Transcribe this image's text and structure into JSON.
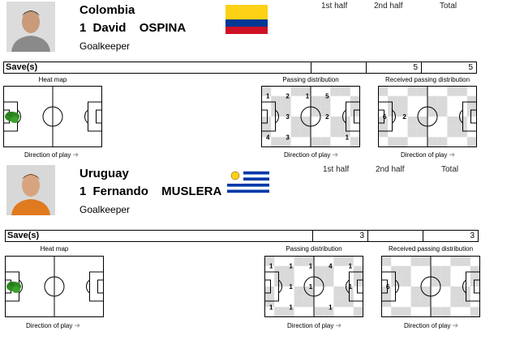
{
  "headers": {
    "first_half": "1st half",
    "second_half": "2nd half",
    "total": "Total"
  },
  "stat_label": "Save(s)",
  "labels": {
    "heat_map": "Heat map",
    "passing": "Passing distribution",
    "received": "Received passing distribution",
    "direction": "Direction of play"
  },
  "players": [
    {
      "team": "Colombia",
      "number": "1",
      "name": "David  OSPINA",
      "role": "Goalkeeper",
      "flag": [
        "#fcd116",
        "#003893",
        "#ce1126"
      ],
      "saves": {
        "first": "",
        "second": "5",
        "total": "5"
      },
      "passing_numbers": [
        {
          "label": "1",
          "col": 0,
          "row": 0
        },
        {
          "label": "2",
          "col": 1,
          "row": 0
        },
        {
          "label": "1",
          "col": 2,
          "row": 0
        },
        {
          "label": "5",
          "col": 3,
          "row": 0
        },
        {
          "label": "3",
          "col": 1,
          "row": 1
        },
        {
          "label": "2",
          "col": 3,
          "row": 1
        },
        {
          "label": "4",
          "col": 0,
          "row": 2
        },
        {
          "label": "3",
          "col": 1,
          "row": 2
        },
        {
          "label": "1",
          "col": 4,
          "row": 2
        }
      ],
      "received_numbers": [
        {
          "label": "6",
          "col": 0,
          "row": 1
        },
        {
          "label": "2",
          "col": 1,
          "row": 1
        }
      ]
    },
    {
      "team": "Uruguay",
      "number": "1",
      "name": "Fernando  MUSLERA",
      "role": "Goalkeeper",
      "flag": [
        "#ffffff",
        "#0038a8"
      ],
      "saves": {
        "first": "3",
        "second": "",
        "total": "3"
      },
      "passing_numbers": [
        {
          "label": "1",
          "col": 0,
          "row": 0
        },
        {
          "label": "1",
          "col": 1,
          "row": 0
        },
        {
          "label": "1",
          "col": 2,
          "row": 0
        },
        {
          "label": "4",
          "col": 3,
          "row": 0
        },
        {
          "label": "1",
          "col": 4,
          "row": 0
        },
        {
          "label": "1",
          "col": 1,
          "row": 1
        },
        {
          "label": "1",
          "col": 2,
          "row": 1
        },
        {
          "label": "1",
          "col": 4,
          "row": 1
        },
        {
          "label": "1",
          "col": 0,
          "row": 2
        },
        {
          "label": "1",
          "col": 1,
          "row": 2
        },
        {
          "label": "1",
          "col": 3,
          "row": 2
        }
      ],
      "received_numbers": [
        {
          "label": "6",
          "col": 0,
          "row": 1
        }
      ]
    }
  ]
}
